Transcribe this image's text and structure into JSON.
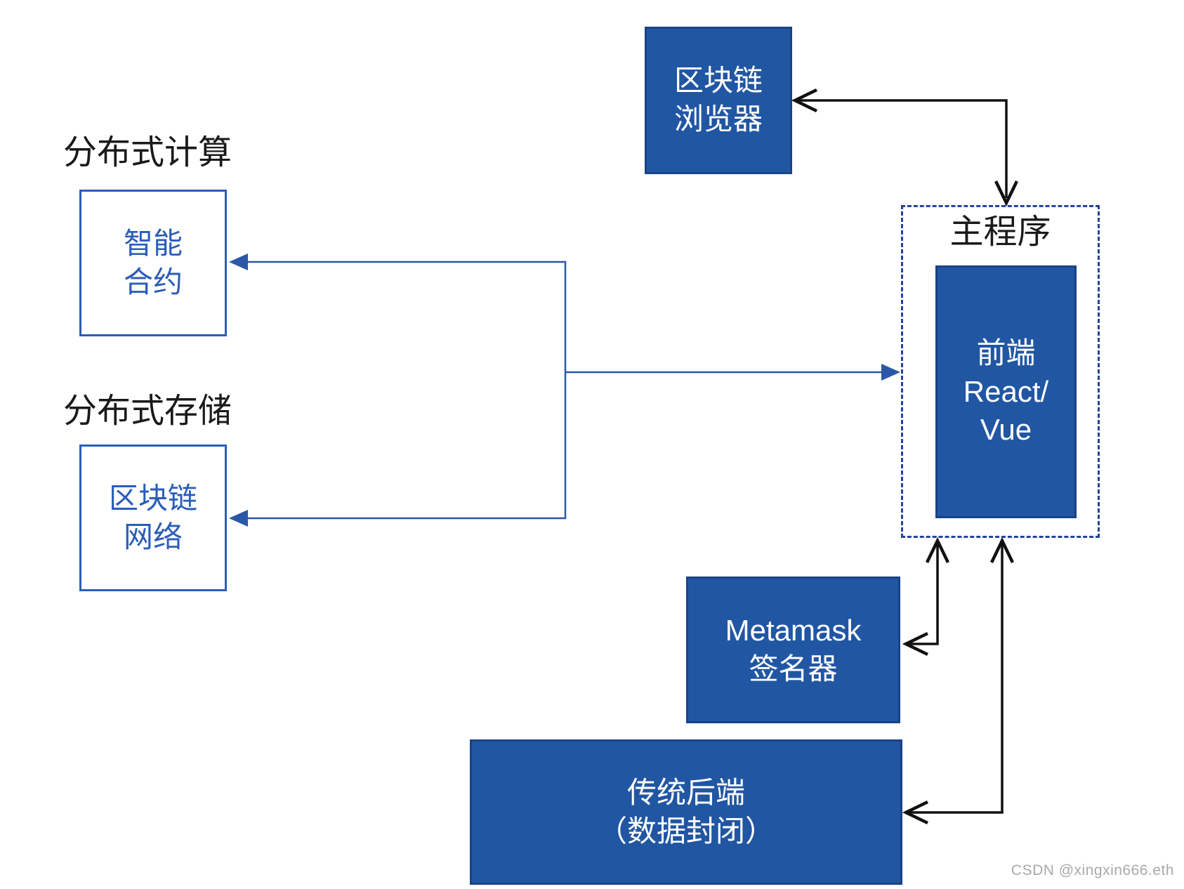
{
  "diagram": {
    "labels": {
      "distributed_computing": "分布式计算",
      "distributed_storage": "分布式存储",
      "main_program": "主程序"
    },
    "nodes": {
      "blockchain_browser": "区块链\n浏览器",
      "smart_contract": "智能\n合约",
      "blockchain_network": "区块链\n网络",
      "frontend": "前端\nReact/\nVue",
      "metamask_signer": "Metamask\n签名器",
      "traditional_backend": "传统后端\n（数据封闭）"
    }
  },
  "watermark": "CSDN @xingxin666.eth",
  "colors": {
    "node-fill": "#2156A3",
    "node-border": "#1A4386",
    "outline-blue": "#2B5DB8",
    "connector-blue": "#2A57A8",
    "dashed-border": "#24459C",
    "arrow-black": "#111111",
    "label-black": "#1A1A1A",
    "watermark-gray": "#A9A9A9",
    "canvas": "#FFFFFF"
  }
}
